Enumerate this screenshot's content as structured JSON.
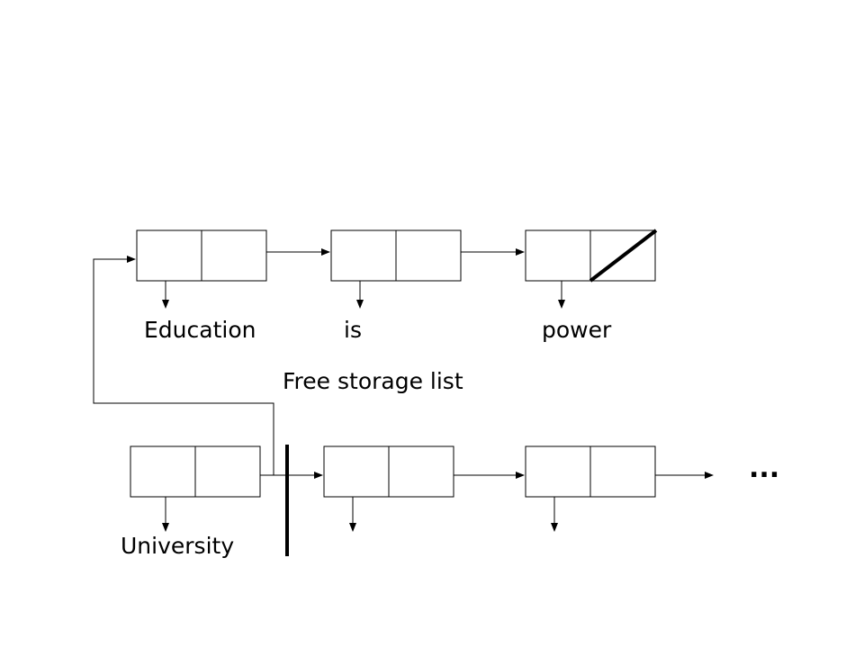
{
  "top_list": {
    "words": [
      "Education",
      "is",
      "power"
    ]
  },
  "free_list": {
    "label": "Free storage list",
    "first_word": "University",
    "continuation": "..."
  },
  "colors": {
    "stroke": "#000000",
    "background": "#ffffff"
  }
}
